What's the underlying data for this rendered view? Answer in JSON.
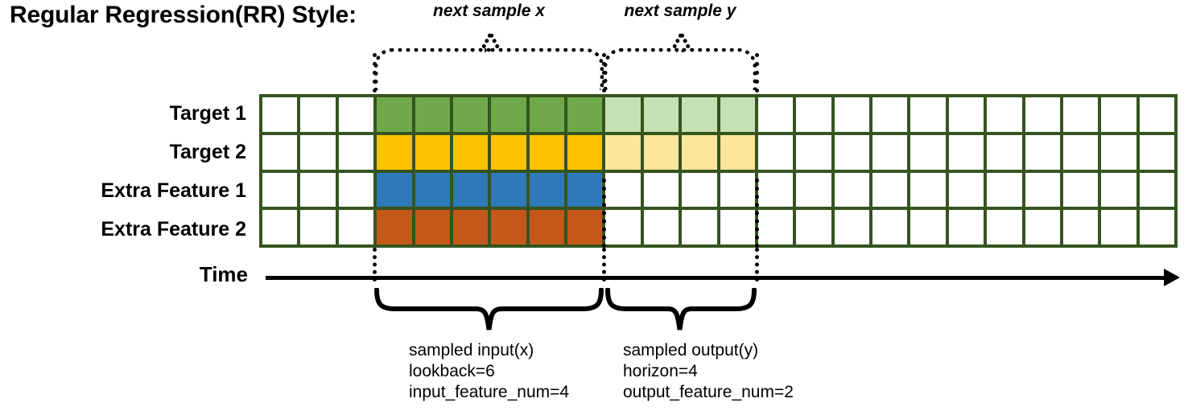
{
  "title": "Regular Regression(RR) Style:",
  "rows": [
    {
      "label": "Target 1",
      "name": "row-target-1"
    },
    {
      "label": "Target 2",
      "name": "row-target-2"
    },
    {
      "label": "Extra Feature 1",
      "name": "row-extra-feature-1"
    },
    {
      "label": "Extra Feature 2",
      "name": "row-extra-feature-2"
    }
  ],
  "grid": {
    "columns": 24,
    "lead_blank_cols": 3,
    "input_cols": 6,
    "output_cols": 4,
    "trail_blank_cols": 11,
    "border_color": "#35541f",
    "cells": [
      [
        "white",
        "white",
        "white",
        "green",
        "green",
        "green",
        "green",
        "green",
        "green",
        "green-l",
        "green-l",
        "green-l",
        "green-l",
        "white",
        "white",
        "white",
        "white",
        "white",
        "white",
        "white",
        "white",
        "white",
        "white",
        "white"
      ],
      [
        "white",
        "white",
        "white",
        "yellow",
        "yellow",
        "yellow",
        "yellow",
        "yellow",
        "yellow",
        "yellow-l",
        "yellow-l",
        "yellow-l",
        "yellow-l",
        "white",
        "white",
        "white",
        "white",
        "white",
        "white",
        "white",
        "white",
        "white",
        "white",
        "white"
      ],
      [
        "white",
        "white",
        "white",
        "blue",
        "blue",
        "blue",
        "blue",
        "blue",
        "blue",
        "white",
        "white",
        "white",
        "white",
        "white",
        "white",
        "white",
        "white",
        "white",
        "white",
        "white",
        "white",
        "white",
        "white",
        "white"
      ],
      [
        "white",
        "white",
        "white",
        "orange",
        "orange",
        "orange",
        "orange",
        "orange",
        "orange",
        "white",
        "white",
        "white",
        "white",
        "white",
        "white",
        "white",
        "white",
        "white",
        "white",
        "white",
        "white",
        "white",
        "white",
        "white"
      ]
    ],
    "palette": {
      "green": "#70a94a",
      "yellow": "#ffc200",
      "blue": "#2f79b8",
      "orange": "#c4571a",
      "green_light": "#c7dfb4",
      "yellow_light": "#fde59a",
      "white": "#ffffff"
    }
  },
  "time_axis": {
    "label": "Time"
  },
  "top_brackets": [
    {
      "label": "next sample x"
    },
    {
      "label": "next sample y"
    }
  ],
  "bottom_brackets": [
    {
      "lines": [
        "sampled input(x)",
        "lookback=6",
        "input_feature_num=4"
      ]
    },
    {
      "lines": [
        "sampled output(y)",
        "horizon=4",
        "output_feature_num=2"
      ]
    }
  ]
}
